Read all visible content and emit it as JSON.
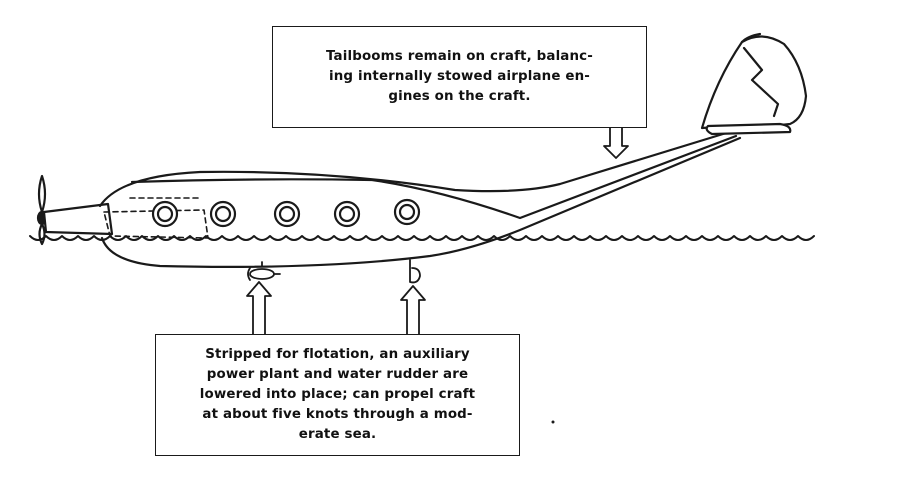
{
  "callouts": {
    "tailbooms": {
      "lines": [
        "Tailbooms remain on craft, balanc-",
        "ing internally stowed airplane en-",
        "gines on the craft."
      ]
    },
    "flotation": {
      "lines": [
        "Stripped for flotation, an auxiliary",
        "power plant and water rudder are",
        "lowered into place; can propel craft",
        "at about five knots through a mod-",
        "erate sea."
      ]
    }
  },
  "diagram": {
    "portholes": 5,
    "colors": {
      "ink": "#1a1a1a",
      "paper": "#ffffff"
    }
  }
}
